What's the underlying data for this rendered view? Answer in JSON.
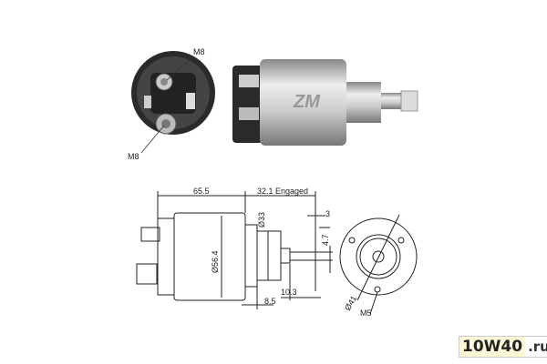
{
  "photo_labels": {
    "top_terminal": "M8",
    "bottom_terminal": "M8"
  },
  "dimensions": {
    "body_length": "65.5",
    "engaged": "32.1 Engaged",
    "plunger_diameter": "Ø33",
    "body_diameter": "Ø56.4",
    "flange": "8.5",
    "plunger_tip": "10.3",
    "slot_width": "3",
    "slot_height": "4.7",
    "bolt_circle": "Ø41",
    "thread": "M5"
  },
  "watermark": {
    "main": "10W40",
    "suffix": ".ru"
  }
}
